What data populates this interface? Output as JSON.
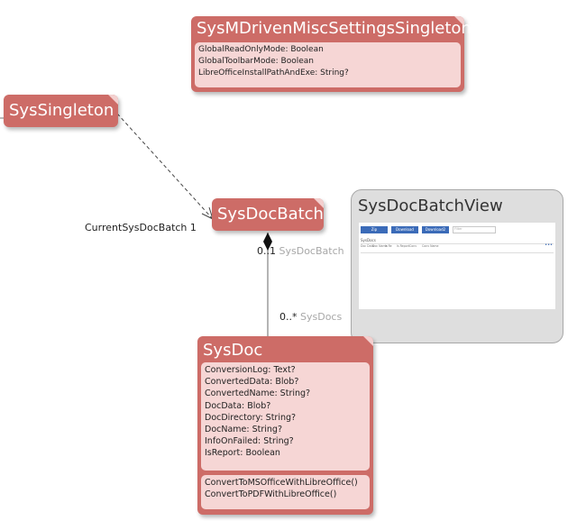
{
  "classes": {
    "misc_settings": {
      "name": "SysMDrivenMiscSettingsSingleton",
      "attributes": [
        "GlobalReadOnlyMode: Boolean",
        "GlobalToolbarMode: Boolean",
        "LibreOfficeInstallPathAndExe: String?"
      ]
    },
    "singleton": {
      "name": "SysSingleton"
    },
    "doc_batch": {
      "name": "SysDocBatch"
    },
    "doc": {
      "name": "SysDoc",
      "attributes": [
        "ConversionLog: Text?",
        "ConvertedData: Blob?",
        "ConvertedName: String?",
        "DocData: Blob?",
        "DocDirectory: String?",
        "DocName: String?",
        "InfoOnFailed: String?",
        "IsReport: Boolean"
      ],
      "operations": [
        "ConvertToMSOfficeWithLibreOffice()",
        "ConvertToPDFWithLibreOffice()"
      ]
    }
  },
  "associations": {
    "current_batch": {
      "role": "CurrentSysDocBatch",
      "multiplicity": "1"
    },
    "batch_end": {
      "multiplicity": "0..1",
      "role": "SysDocBatch"
    },
    "docs_end": {
      "multiplicity": "0..*",
      "role": "SysDocs"
    }
  },
  "view": {
    "title": "SysDocBatchView",
    "buttons": [
      "Zip",
      "Download",
      "Download2"
    ],
    "input_placeholder": "Filter",
    "panel_title": "SysDocs",
    "columns": [
      "Doc Data",
      "Doc Name",
      "Is Re",
      "Is Report",
      "Conv",
      "Conv Name"
    ],
    "more": "•••"
  },
  "colors": {
    "class_fill": "#cd6c67",
    "compartment_fill": "#f6d6d5",
    "association_line": "#9b9b9b",
    "view_fill": "#dedede",
    "view_button": "#3b6bb8"
  }
}
